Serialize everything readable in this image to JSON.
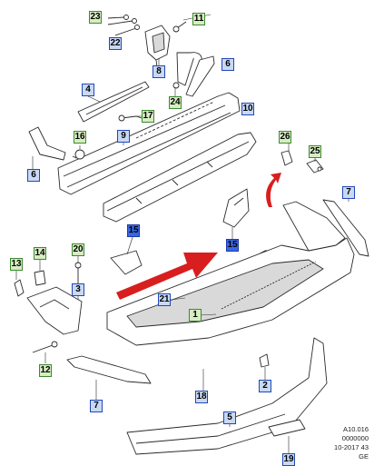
{
  "callouts": [
    {
      "id": "c23",
      "label": "23",
      "style": "green"
    },
    {
      "id": "c22",
      "label": "22",
      "style": "blue"
    },
    {
      "id": "c11",
      "label": "11",
      "style": "green"
    },
    {
      "id": "c8",
      "label": "8",
      "style": "blue"
    },
    {
      "id": "c6a",
      "label": "6",
      "style": "blue"
    },
    {
      "id": "c24",
      "label": "24",
      "style": "green"
    },
    {
      "id": "c4",
      "label": "4",
      "style": "blue"
    },
    {
      "id": "c17",
      "label": "17",
      "style": "green"
    },
    {
      "id": "c10",
      "label": "10",
      "style": "blue"
    },
    {
      "id": "c16",
      "label": "16",
      "style": "green"
    },
    {
      "id": "c9",
      "label": "9",
      "style": "blue"
    },
    {
      "id": "c6b",
      "label": "6",
      "style": "blue"
    },
    {
      "id": "c26",
      "label": "26",
      "style": "green"
    },
    {
      "id": "c25",
      "label": "25",
      "style": "green"
    },
    {
      "id": "c7a",
      "label": "7",
      "style": "blue"
    },
    {
      "id": "c15a",
      "label": "15",
      "style": "highlight"
    },
    {
      "id": "c15b",
      "label": "15",
      "style": "highlight"
    },
    {
      "id": "c14",
      "label": "14",
      "style": "green"
    },
    {
      "id": "c20",
      "label": "20",
      "style": "green"
    },
    {
      "id": "c13",
      "label": "13",
      "style": "green"
    },
    {
      "id": "c3",
      "label": "3",
      "style": "blue"
    },
    {
      "id": "c21",
      "label": "21",
      "style": "blue"
    },
    {
      "id": "c1",
      "label": "1",
      "style": "green"
    },
    {
      "id": "c12",
      "label": "12",
      "style": "green"
    },
    {
      "id": "c2",
      "label": "2",
      "style": "blue"
    },
    {
      "id": "c18",
      "label": "18",
      "style": "blue"
    },
    {
      "id": "c7b",
      "label": "7",
      "style": "blue"
    },
    {
      "id": "c5",
      "label": "5",
      "style": "blue"
    },
    {
      "id": "c19",
      "label": "19",
      "style": "blue"
    }
  ],
  "stamp": {
    "line1": "A10.016",
    "line2": "0000000",
    "line3": "10-2017 43",
    "line4": "GE"
  },
  "colors": {
    "line": "#2a2a2a",
    "part_fill": "#ffffff",
    "part_shade": "#d9d9d9",
    "callout_green_fill": "#d7ecc3",
    "callout_green_border": "#3b8a2e",
    "callout_blue_fill": "#c9d9f4",
    "callout_blue_border": "#2147b8",
    "callout_highlight": "#3a66e6",
    "arrow_red": "#d81e1e"
  }
}
